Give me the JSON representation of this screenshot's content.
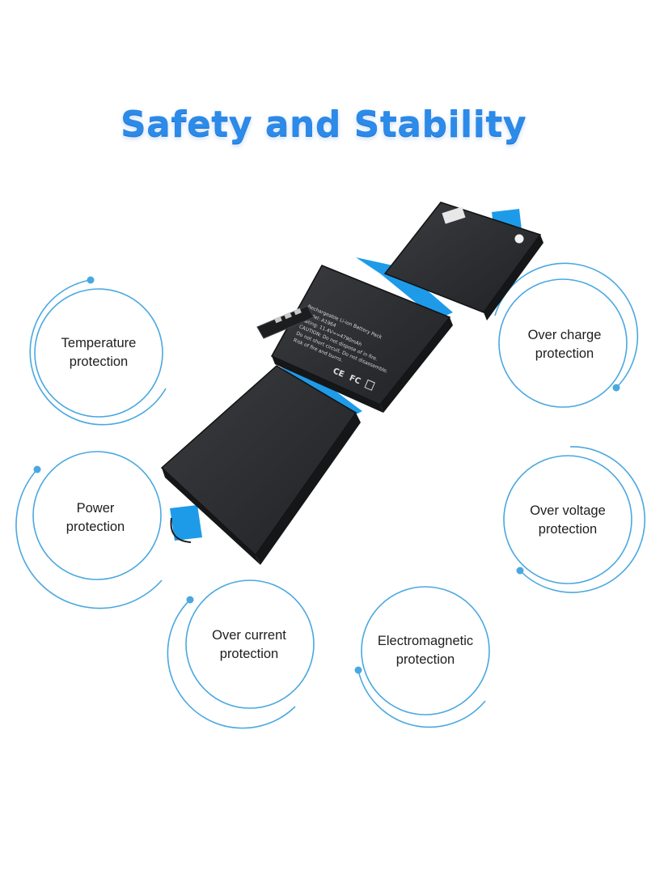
{
  "header": {
    "title": "Safety and Stability"
  },
  "colors": {
    "title_blue": "#2c8ae8",
    "ring_blue": "#4aa8e0",
    "battery_body": "#2a2c2f",
    "tab_blue": "#1e9be8"
  },
  "features": [
    {
      "line1": "Temperature",
      "line2": "protection"
    },
    {
      "line1": "Over charge",
      "line2": "protection"
    },
    {
      "line1": "Power",
      "line2": "protection"
    },
    {
      "line1": "Over voltage",
      "line2": "protection"
    },
    {
      "line1": "Over current",
      "line2": "protection"
    },
    {
      "line1": "Electromagnetic",
      "line2": "protection"
    }
  ],
  "battery": {
    "label_lines": [
      "Rechargeable Li-ion Battery Pack",
      "Model: A1964",
      "Rating: 11.4V==4790mAh",
      "CAUTION: Do not dispose of in fire.",
      "Do not short circuit. Do not disassemble.",
      "Risk of fire and burns."
    ],
    "marks": [
      "CE",
      "FC"
    ]
  }
}
